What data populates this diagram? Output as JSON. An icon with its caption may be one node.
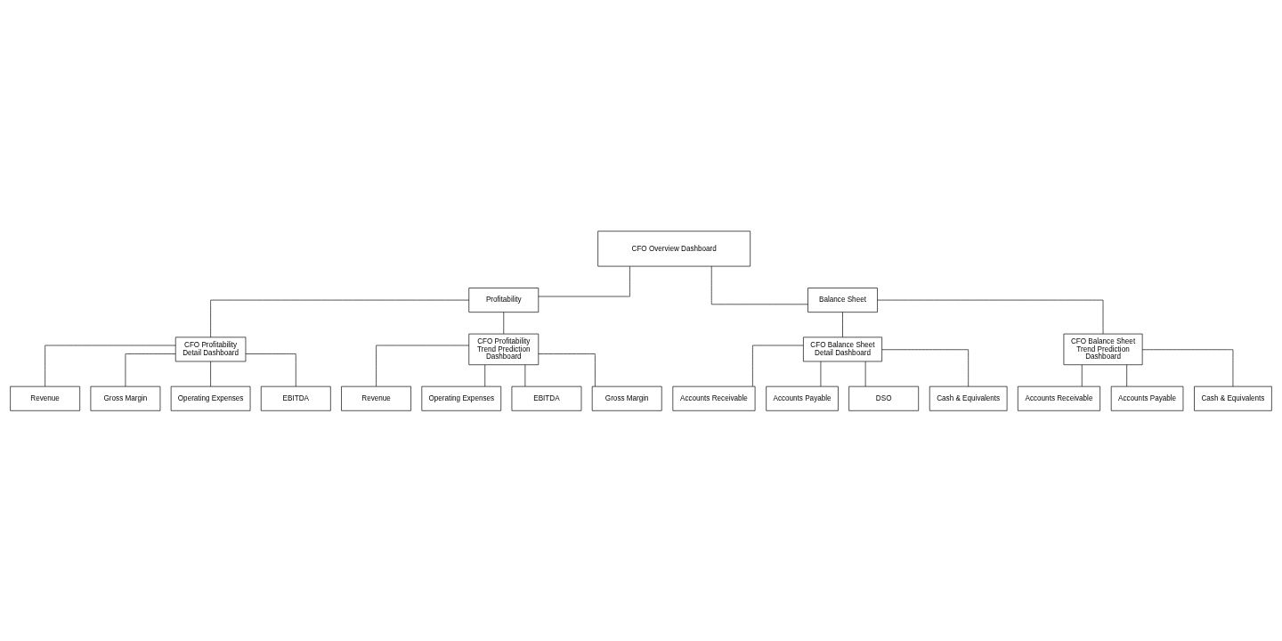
{
  "diagram": {
    "nodes": [
      {
        "text": [
          "CFO Overview Dashboard"
        ]
      },
      {
        "text": [
          "Profitability"
        ]
      },
      {
        "text": [
          "Balance Sheet"
        ]
      },
      {
        "text": [
          "CFO Profitability Detail Dashboard"
        ]
      },
      {
        "text": [
          "CFO Profitability Trend Prediction Dashboard"
        ]
      },
      {
        "text": [
          "CFO Balance Sheet Detail Dashboard"
        ]
      },
      {
        "text": [
          "CFO Balance Sheet Trend Prediction Dashboard"
        ]
      },
      {
        "text": [
          "Revenue"
        ]
      },
      {
        "text": [
          "Gross Margin"
        ]
      },
      {
        "text": [
          "Operating Expenses"
        ]
      },
      {
        "text": [
          "EBITDA"
        ]
      },
      {
        "text": [
          "Revenue"
        ]
      },
      {
        "text": [
          "Operating Expenses"
        ]
      },
      {
        "text": [
          "EBITDA"
        ]
      },
      {
        "text": [
          "Gross Margin"
        ]
      },
      {
        "text": [
          "Accounts Receivable"
        ]
      },
      {
        "text": [
          "Accounts Payable"
        ]
      },
      {
        "text": [
          "DSO"
        ]
      },
      {
        "text": [
          "Cash & Equivalents"
        ]
      },
      {
        "text": [
          "Accounts Receivable"
        ]
      },
      {
        "text": [
          "Accounts Payable"
        ]
      },
      {
        "text": [
          "Cash & Equivalents"
        ]
      }
    ],
    "edges": [
      {
        "from": 0,
        "to": 1,
        "arrow": "none"
      },
      {
        "from": 0,
        "to": 2,
        "arrow": "none"
      },
      {
        "from": 1,
        "to": 3,
        "arrow": "none"
      },
      {
        "from": 1,
        "to": 4,
        "arrow": "none"
      },
      {
        "from": 2,
        "to": 5,
        "arrow": "none"
      },
      {
        "from": 2,
        "to": 6,
        "arrow": "none"
      },
      {
        "from": 3,
        "to": 7,
        "arrow": "none"
      },
      {
        "from": 3,
        "to": 8,
        "arrow": "none"
      },
      {
        "from": 3,
        "to": 9,
        "arrow": "none"
      },
      {
        "from": 3,
        "to": 10,
        "arrow": "none"
      },
      {
        "from": 4,
        "to": 11,
        "arrow": "none"
      },
      {
        "from": 4,
        "to": 12,
        "arrow": "none"
      },
      {
        "from": 4,
        "to": 13,
        "arrow": "none"
      },
      {
        "from": 4,
        "to": 14,
        "arrow": "none"
      },
      {
        "from": 5,
        "to": 15,
        "arrow": "none"
      },
      {
        "from": 5,
        "to": 16,
        "arrow": "none"
      },
      {
        "from": 5,
        "to": 17,
        "arrow": "none"
      },
      {
        "from": 5,
        "to": 18,
        "arrow": "none"
      },
      {
        "from": 6,
        "to": 19,
        "arrow": "none"
      },
      {
        "from": 6,
        "to": 20,
        "arrow": "none"
      },
      {
        "from": 6,
        "to": 21,
        "arrow": "none"
      }
    ]
  }
}
